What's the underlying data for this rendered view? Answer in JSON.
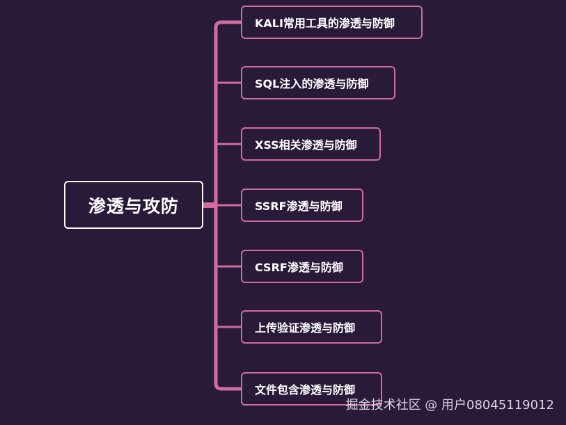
{
  "root": {
    "label": "渗透与攻防"
  },
  "branches": [
    {
      "label": "KALI常用工具的渗透与防御"
    },
    {
      "label": "SQL注入的渗透与防御"
    },
    {
      "label": "XSS相关渗透与防御"
    },
    {
      "label": "SSRF渗透与防御"
    },
    {
      "label": "CSRF渗透与防御"
    },
    {
      "label": "上传验证渗透与防御"
    },
    {
      "label": "文件包含渗透与防御"
    }
  ],
  "watermark": {
    "text": "掘金技术社区 @ 用户08045119012"
  },
  "colors": {
    "background": "#2a1a3a",
    "connector": "#d06c9e",
    "branch_border": "#d06c9e",
    "root_border": "#ffffff",
    "text": "#ffffff"
  }
}
